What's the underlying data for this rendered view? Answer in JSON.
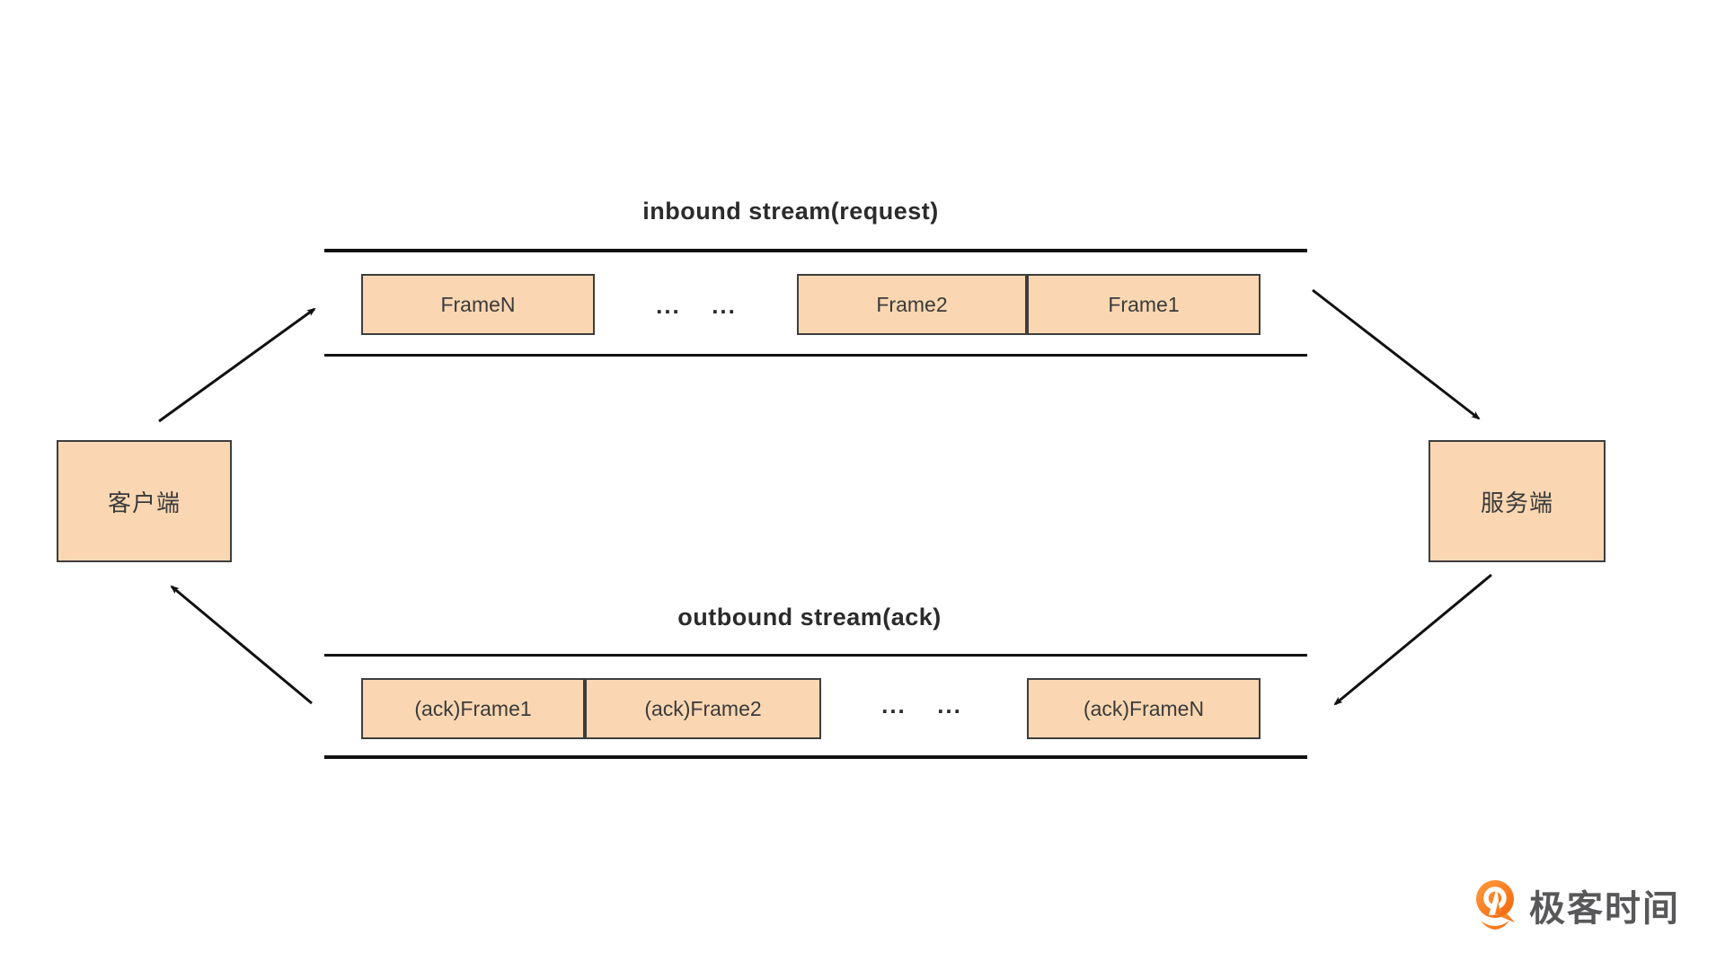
{
  "diagram": {
    "inbound": {
      "title": "inbound stream(request)",
      "frames": [
        "FrameN",
        "Frame2",
        "Frame1"
      ],
      "ellipsis": "...  ..."
    },
    "outbound": {
      "title": "outbound stream(ack)",
      "frames": [
        "(ack)Frame1",
        "(ack)Frame2",
        "(ack)FrameN"
      ],
      "ellipsis": "...  ..."
    },
    "nodes": {
      "client": "客户端",
      "server": "服务端"
    },
    "colors": {
      "box_fill": "#FAD7B2",
      "box_border": "#3d3d3d",
      "line": "#111111",
      "text": "#3a3a3a",
      "logo_orange": "#F4640A",
      "logo_orange_light": "#FF9D3F",
      "logo_text_color": "#58585a"
    }
  },
  "logo": {
    "text": "极客时间",
    "icon": "geektime-pin-icon"
  }
}
